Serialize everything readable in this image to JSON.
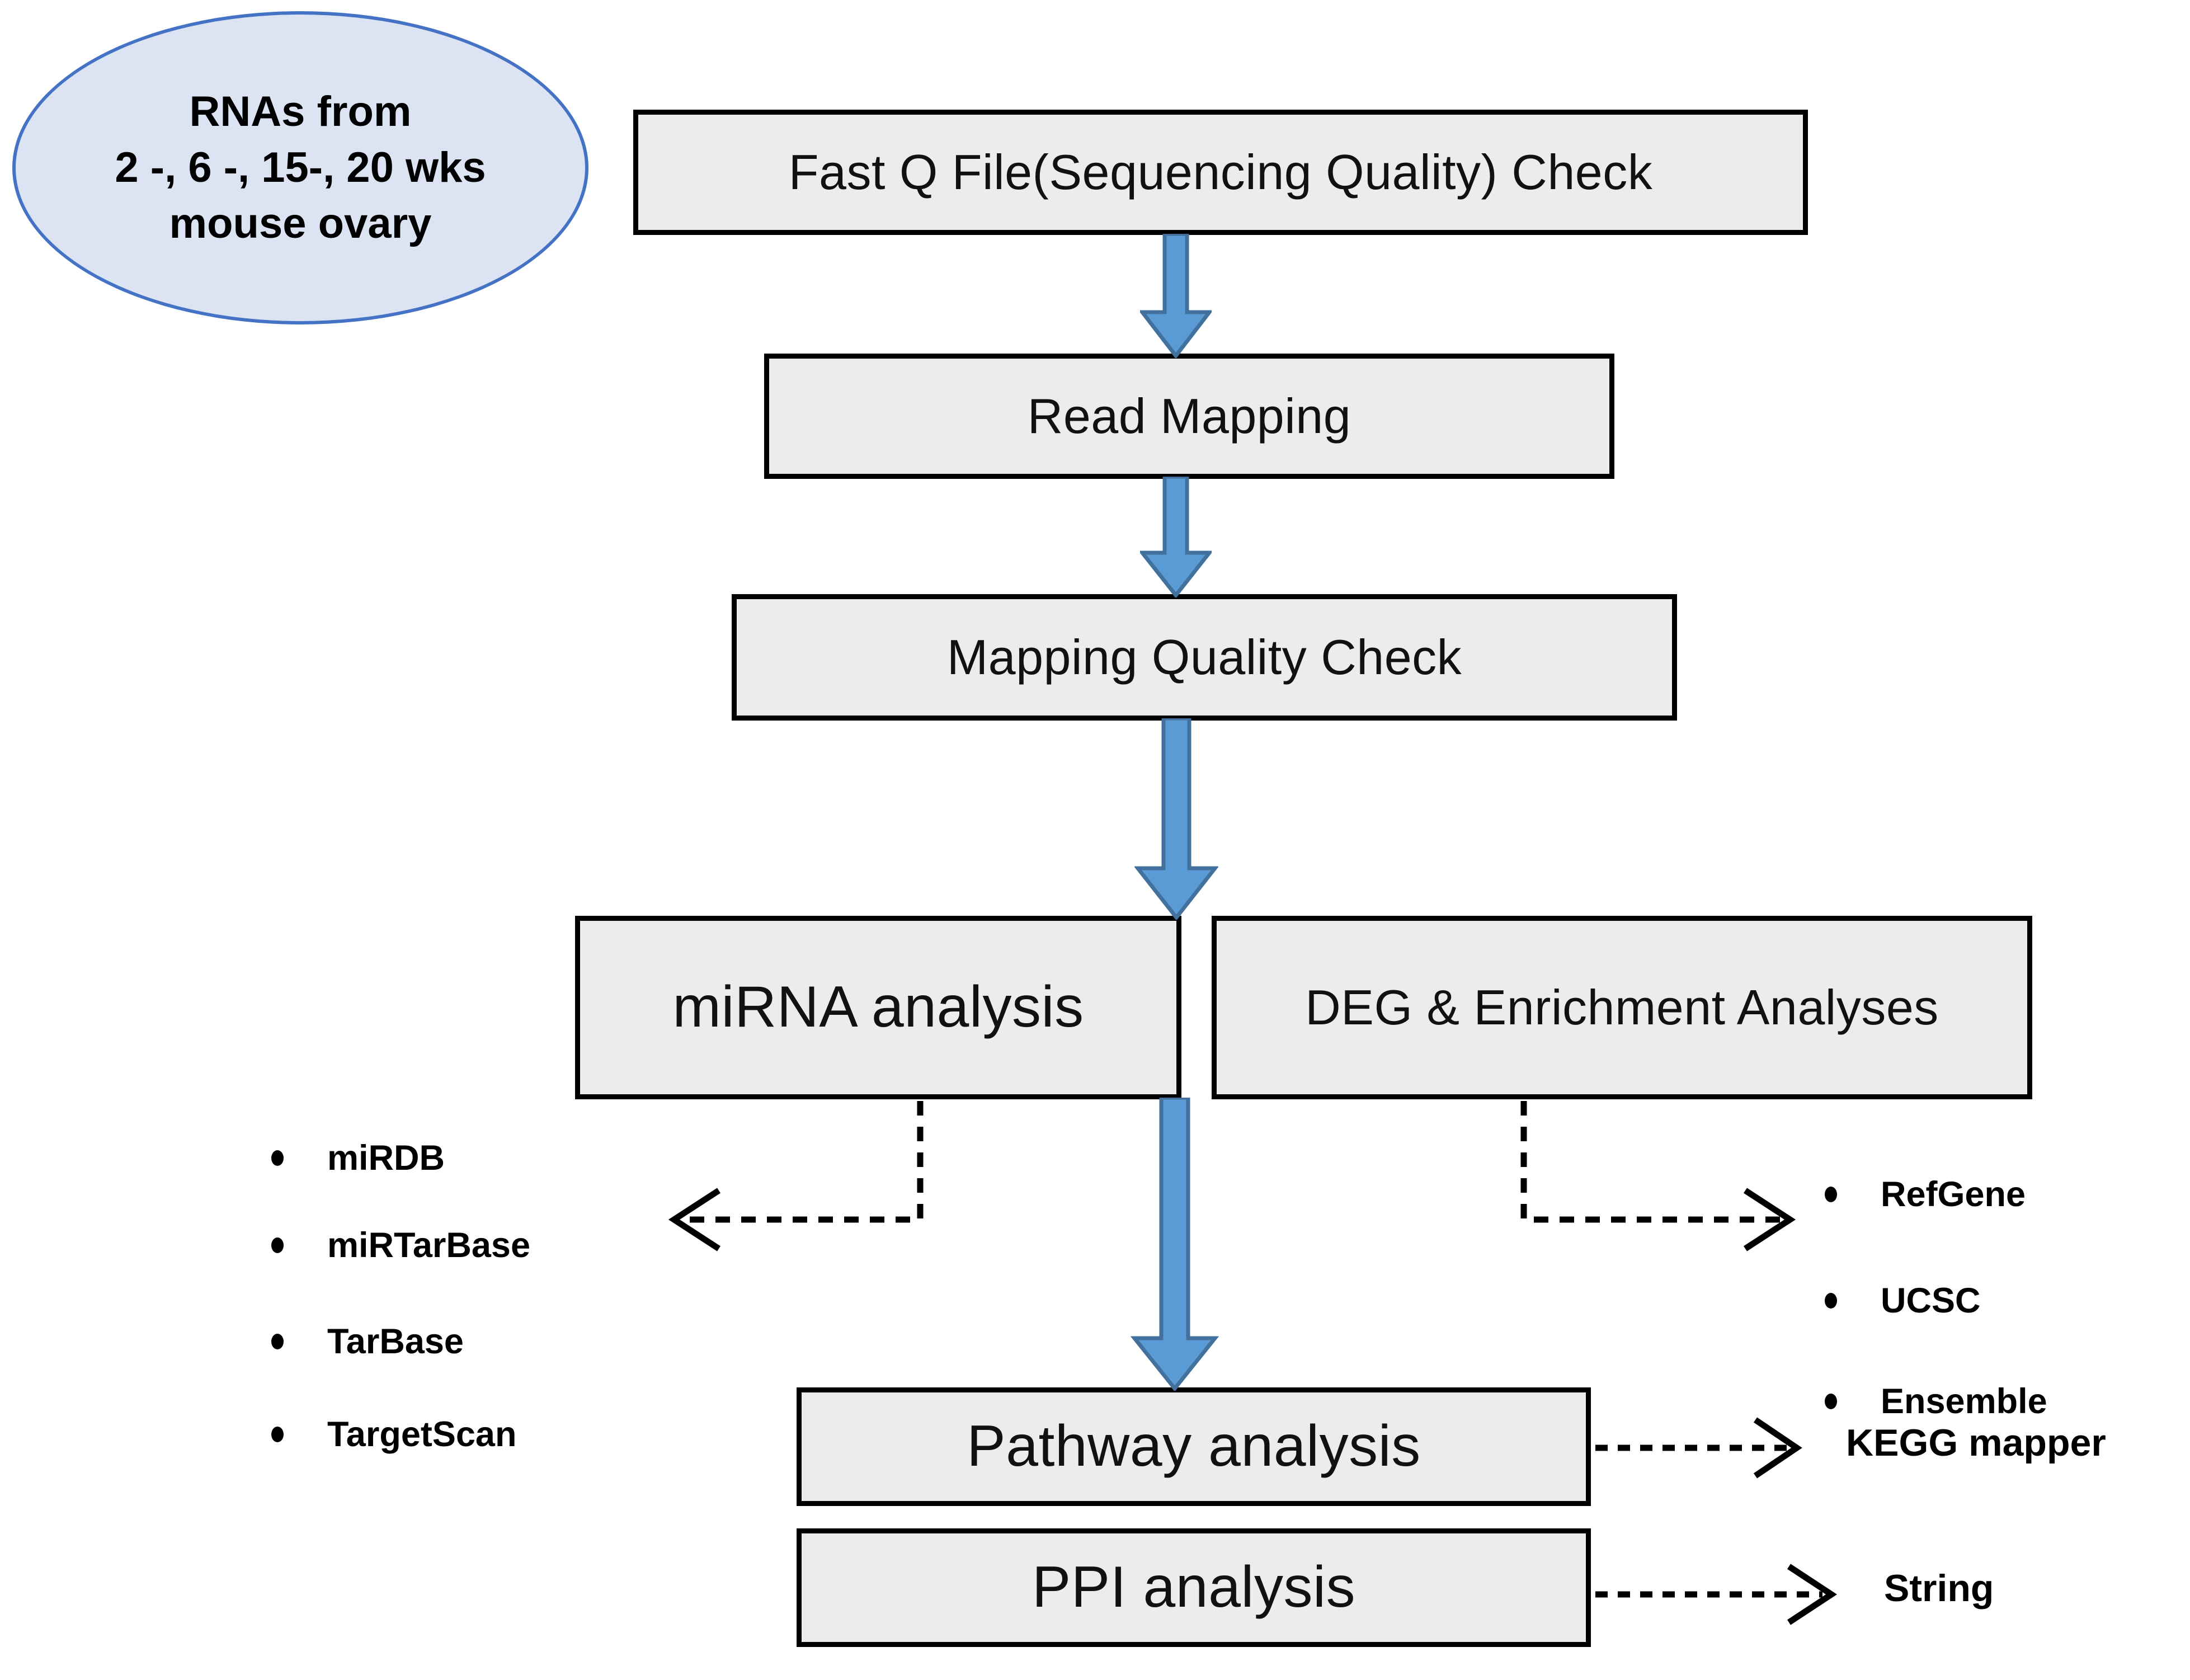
{
  "diagram": {
    "title": "RNA-seq analysis workflow",
    "colors": {
      "box_fill": "#ECECEC",
      "box_border": "#000000",
      "ellipse_fill": "#DCE3F3",
      "ellipse_border": "#4472C4",
      "arrow_fill": "#5B9BD5",
      "arrow_border": "#41719C",
      "connector": "#000000",
      "text": "#000000"
    }
  },
  "source": {
    "name": "rna-source",
    "lines": [
      "RNAs from",
      "2 -, 6 -, 15-, 20 wks",
      "mouse ovary"
    ]
  },
  "steps": {
    "fastq_check": "Fast Q File(Sequencing Quality) Check",
    "read_mapping": "Read Mapping",
    "mapping_quality_check": "Mapping Quality Check",
    "mirna_analysis": "miRNA analysis",
    "deg_enrichment": "DEG & Enrichment Analyses",
    "pathway_analysis": "Pathway analysis",
    "ppi_analysis": "PPI analysis"
  },
  "mirna_databases": {
    "heading": "",
    "items": [
      "miRDB",
      "miRTarBase",
      "TarBase",
      "TargetScan"
    ]
  },
  "annotation_databases": {
    "heading": "",
    "items": [
      "RefGene",
      "UCSC",
      "Ensemble"
    ]
  },
  "endpoints": {
    "kegg": "KEGG mapper",
    "string": "String"
  }
}
